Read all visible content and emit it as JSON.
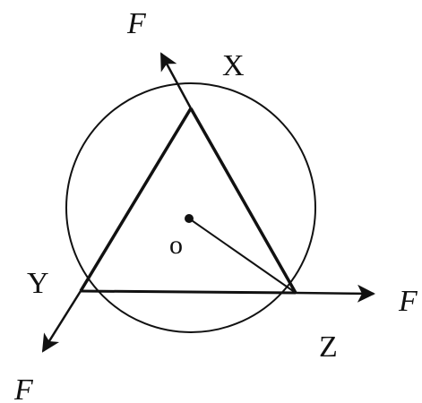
{
  "diagram": {
    "vertices": {
      "x": "X",
      "y": "Y",
      "z": "Z"
    },
    "center_label": "o",
    "forces": {
      "x": "F",
      "y": "F",
      "z": "F"
    }
  },
  "colors": {
    "stroke": "#111111",
    "background": "#ffffff"
  }
}
